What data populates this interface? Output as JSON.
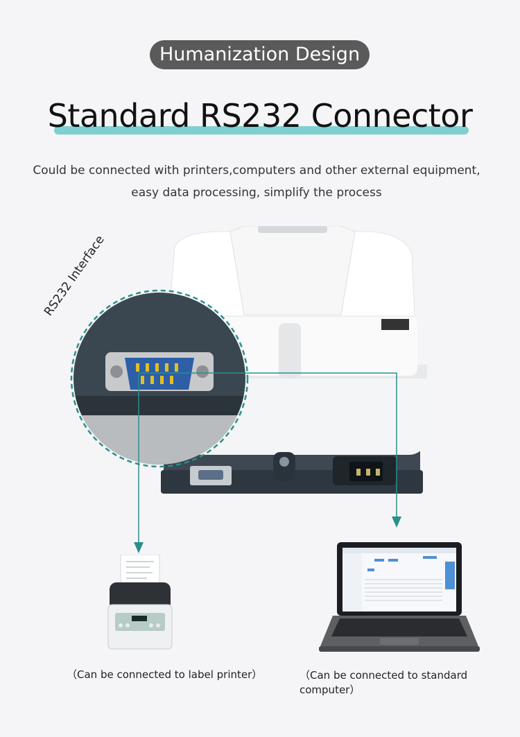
{
  "badge": "Humanization Design",
  "title": "Standard RS232 Connector",
  "subtitle_line1": "Could be connected with printers,computers and other external equipment,",
  "subtitle_line2": "easy data processing, simplify the process",
  "interface_label": "RS232 Interface",
  "captions": {
    "printer": "（Can be connected to label printer）",
    "computer": "（Can be connected to standard computer）"
  },
  "colors": {
    "accent_line": "#2a8f8c",
    "underline": "#7fd0cf",
    "badge_bg": "#5a5a5a"
  }
}
